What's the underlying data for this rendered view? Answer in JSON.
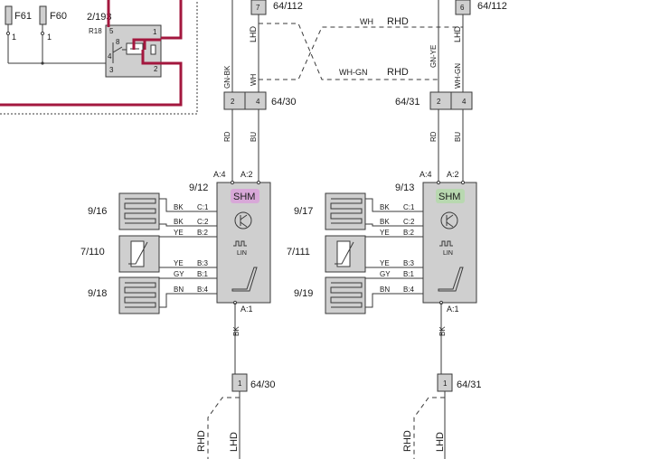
{
  "fuses": {
    "f61": "F61",
    "f60": "F60",
    "pin1": "1"
  },
  "relay": {
    "id": "2/193",
    "name": "R18",
    "pins": [
      "5",
      "1",
      "3",
      "4",
      "2",
      "8"
    ]
  },
  "top_connectors": {
    "left": {
      "pin": "7",
      "id": "64/112"
    },
    "right": {
      "pin": "6",
      "id": "64/112"
    }
  },
  "cross_labels": {
    "wh": "WH",
    "rhd_a": "RHD",
    "whgn": "WH-GN",
    "rhd_b": "RHD"
  },
  "left_branch": {
    "wires_top": [
      "GN-BK",
      "WH",
      "LHD"
    ],
    "connector": {
      "id": "64/30",
      "pins": [
        "2",
        "4"
      ]
    },
    "wires_mid": [
      "RD",
      "BU"
    ],
    "module": {
      "id": "9/12",
      "name": "SHM",
      "pins_top": [
        "A:4",
        "A:2"
      ],
      "pin_bottom": "A:1"
    },
    "wires": [
      {
        "color": "BK",
        "pin": "C:1"
      },
      {
        "color": "BK",
        "pin": "C:2"
      },
      {
        "color": "YE",
        "pin": "B:2"
      },
      {
        "color": "YE",
        "pin": "B:3"
      },
      {
        "color": "GY",
        "pin": "B:1"
      },
      {
        "color": "BN",
        "pin": "B:4"
      }
    ],
    "elements": [
      "9/16",
      "7/110",
      "9/18"
    ],
    "bottom_wire": "BK",
    "bottom_connector": {
      "id": "64/30",
      "pin": "1"
    },
    "bottom_labels": [
      "RHD",
      "LHD"
    ]
  },
  "right_branch": {
    "wires_top": [
      "GN-YE",
      "LHD",
      "WH-GN"
    ],
    "connector": {
      "id": "64/31",
      "pins": [
        "2",
        "4"
      ]
    },
    "wires_mid": [
      "RD",
      "BU"
    ],
    "module": {
      "id": "9/13",
      "name": "SHM",
      "pins_top": [
        "A:4",
        "A:2"
      ],
      "pin_bottom": "A:1"
    },
    "wires": [
      {
        "color": "BK",
        "pin": "C:1"
      },
      {
        "color": "BK",
        "pin": "C:2"
      },
      {
        "color": "YE",
        "pin": "B:2"
      },
      {
        "color": "YE",
        "pin": "B:3"
      },
      {
        "color": "GY",
        "pin": "B:1"
      },
      {
        "color": "BN",
        "pin": "B:4"
      }
    ],
    "elements": [
      "9/17",
      "7/111",
      "9/19"
    ],
    "bottom_wire": "BK",
    "bottom_connector": {
      "id": "64/31",
      "pin": "1"
    },
    "bottom_labels": [
      "RHD",
      "LHD"
    ]
  },
  "colors": {
    "power": "#a3173e",
    "box": "#cfcfcf",
    "shm_left": "#d8a8d8",
    "shm_right": "#b8d8b0"
  },
  "icons": [
    "transistor-icon",
    "lin-signal-icon",
    "seat-icon",
    "heating-element-icon",
    "thermistor-icon"
  ]
}
